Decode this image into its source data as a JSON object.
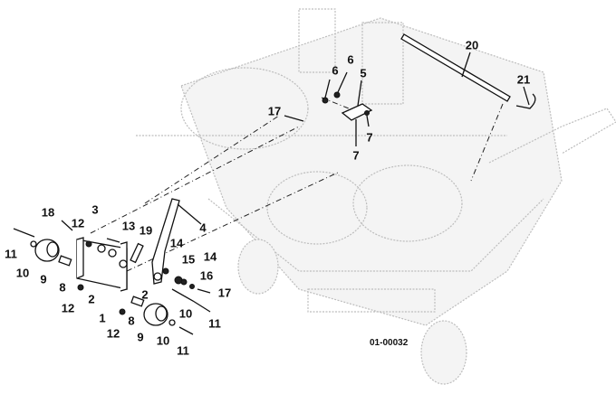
{
  "figure_id": "01-00032",
  "callouts": [
    "20",
    "21",
    "6",
    "6",
    "5",
    "17",
    "7",
    "7",
    "3",
    "18",
    "12",
    "13",
    "19",
    "4",
    "14",
    "14",
    "15",
    "16",
    "17",
    "11",
    "10",
    "9",
    "8",
    "2",
    "2",
    "1",
    "12",
    "12",
    "8",
    "9",
    "10",
    "11",
    "11",
    "10"
  ]
}
